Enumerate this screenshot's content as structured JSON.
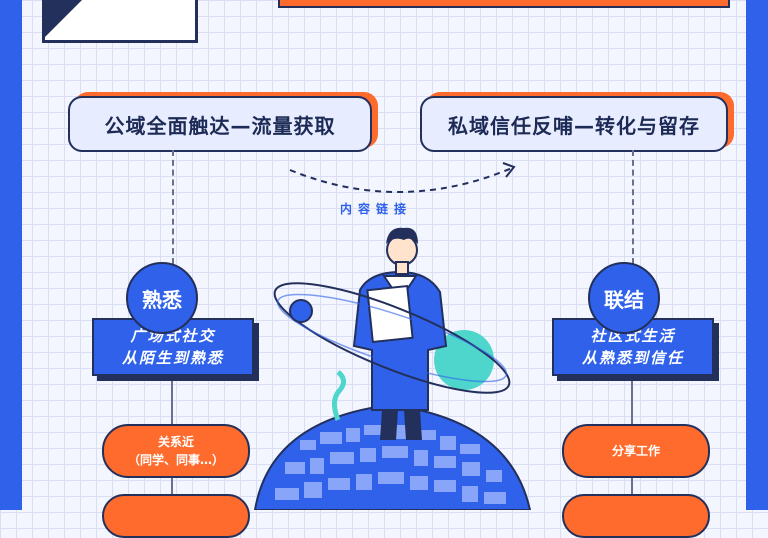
{
  "headers": {
    "left": "公域全面触达—流量获取",
    "right": "私域信任反哺—转化与留存"
  },
  "center_link": "内容链接",
  "left_column": {
    "tag": "熟悉",
    "box_line1": "广场式社交",
    "box_line2": "从陌生到熟悉",
    "pill1_line1": "关系近",
    "pill1_line2": "（同学、同事…）"
  },
  "right_column": {
    "tag": "联结",
    "box_line1": "社区式生活",
    "box_line2": "从熟悉到信任",
    "pill1": "分享工作"
  },
  "colors": {
    "blue": "#2f61ea",
    "orange": "#ff6b2c",
    "navy": "#23305c",
    "teal": "#4fd6cc"
  }
}
